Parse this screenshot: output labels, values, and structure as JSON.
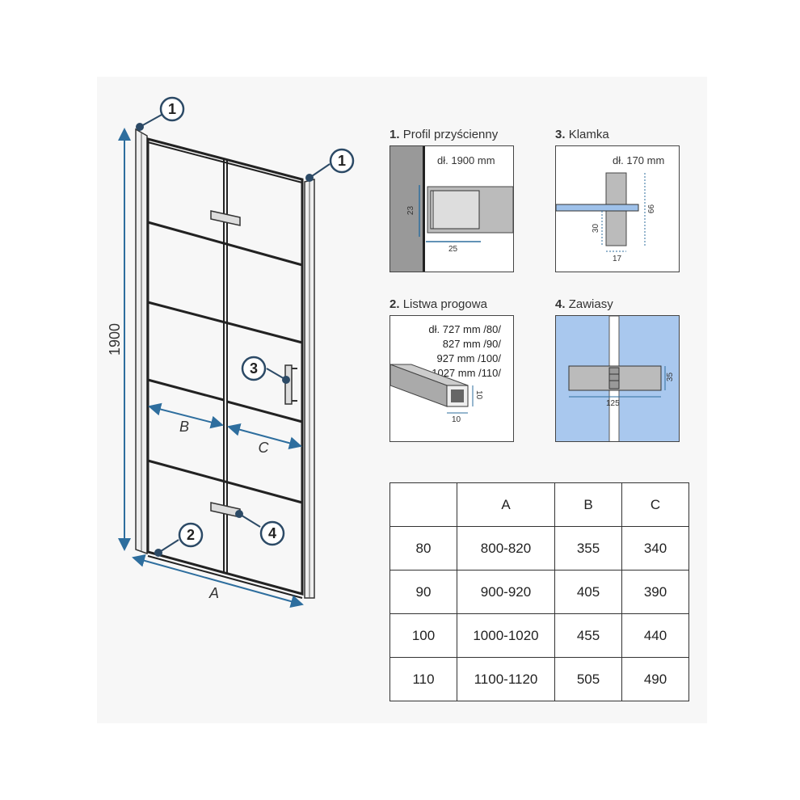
{
  "main_diagram": {
    "height_label": "1900",
    "width_label": "A",
    "segment_b_label": "B",
    "segment_c_label": "C",
    "callouts": [
      "1",
      "1",
      "2",
      "3",
      "4"
    ]
  },
  "details": [
    {
      "number": "1.",
      "title": "Profil przyścienny",
      "note": "dł. 1900 mm",
      "dims": [
        "23",
        "25"
      ]
    },
    {
      "number": "3.",
      "title": "Klamka",
      "note": "dł. 170 mm",
      "dims": [
        "66",
        "30",
        "17"
      ]
    },
    {
      "number": "2.",
      "title": "Listwa progowa",
      "note_lines": [
        "dł. 727 mm /80/",
        "827 mm /90/",
        "927 mm /100/",
        "1027 mm /110/"
      ],
      "dims": [
        "10",
        "10"
      ]
    },
    {
      "number": "4.",
      "title": "Zawiasy",
      "dims": [
        "35",
        "125"
      ]
    }
  ],
  "table": {
    "headers": [
      "",
      "A",
      "B",
      "C"
    ],
    "rows": [
      [
        "80",
        "800-820",
        "355",
        "340"
      ],
      [
        "90",
        "900-920",
        "405",
        "390"
      ],
      [
        "100",
        "1000-1020",
        "455",
        "440"
      ],
      [
        "110",
        "1100-1120",
        "505",
        "490"
      ]
    ]
  },
  "colors": {
    "dimension": "#2e6e9e",
    "callout_border": "#2c4a66",
    "glass_blue": "#a9c8ee",
    "wall_grey": "#999999"
  }
}
